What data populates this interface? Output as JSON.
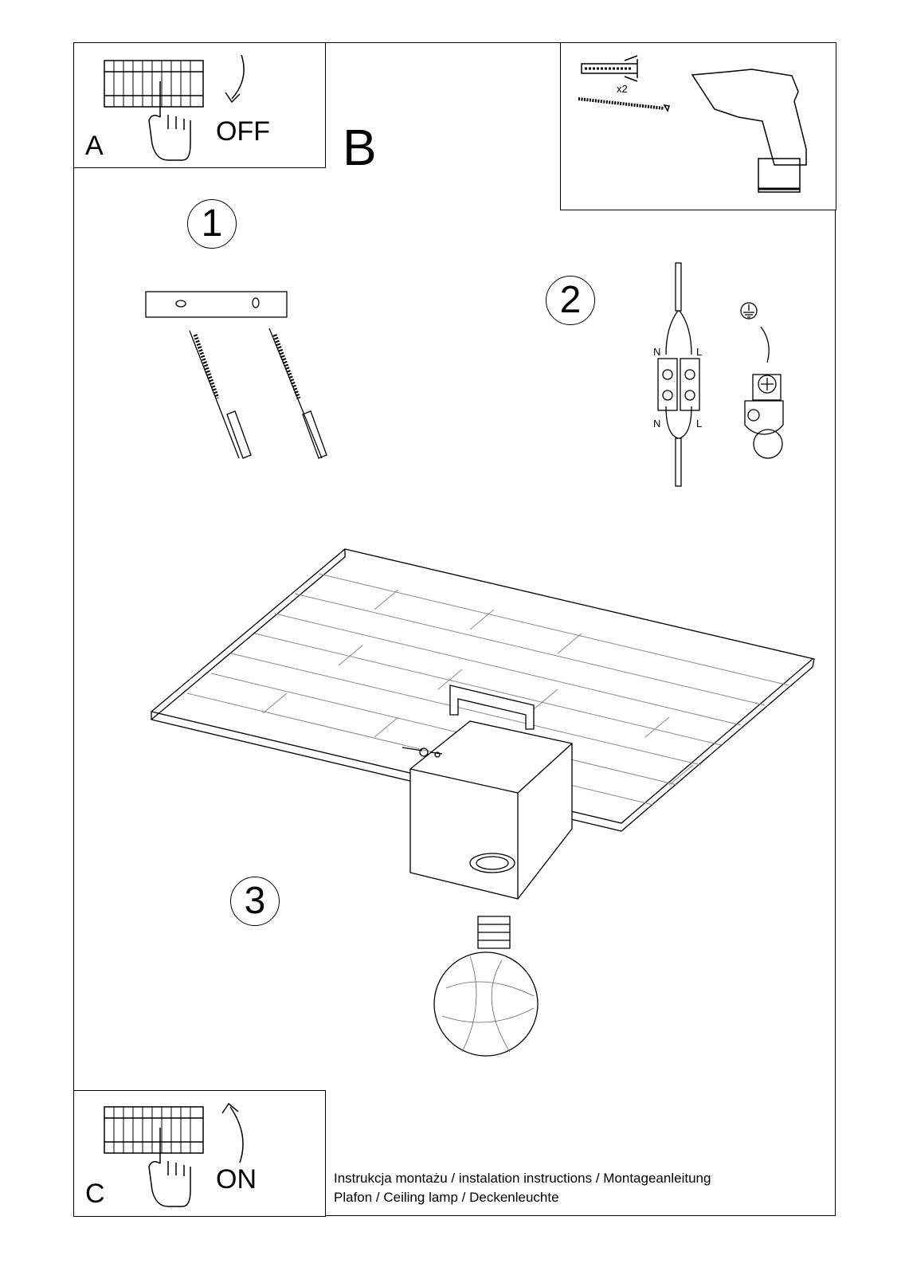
{
  "panel_a": {
    "letter": "A",
    "label": "OFF"
  },
  "section_b": {
    "letter": "B"
  },
  "panel_c": {
    "letter": "C",
    "label": "ON"
  },
  "tools": {
    "quantity": "x2"
  },
  "steps": [
    "1",
    "2",
    "3"
  ],
  "wiring": {
    "top_left": "N",
    "top_right": "L",
    "bottom_left": "N",
    "bottom_right": "L"
  },
  "caption": {
    "line1": "Instrukcja montażu / instalation instructions / Montageanleitung",
    "line2": "Plafon / Ceiling lamp / Deckenleuchte"
  }
}
